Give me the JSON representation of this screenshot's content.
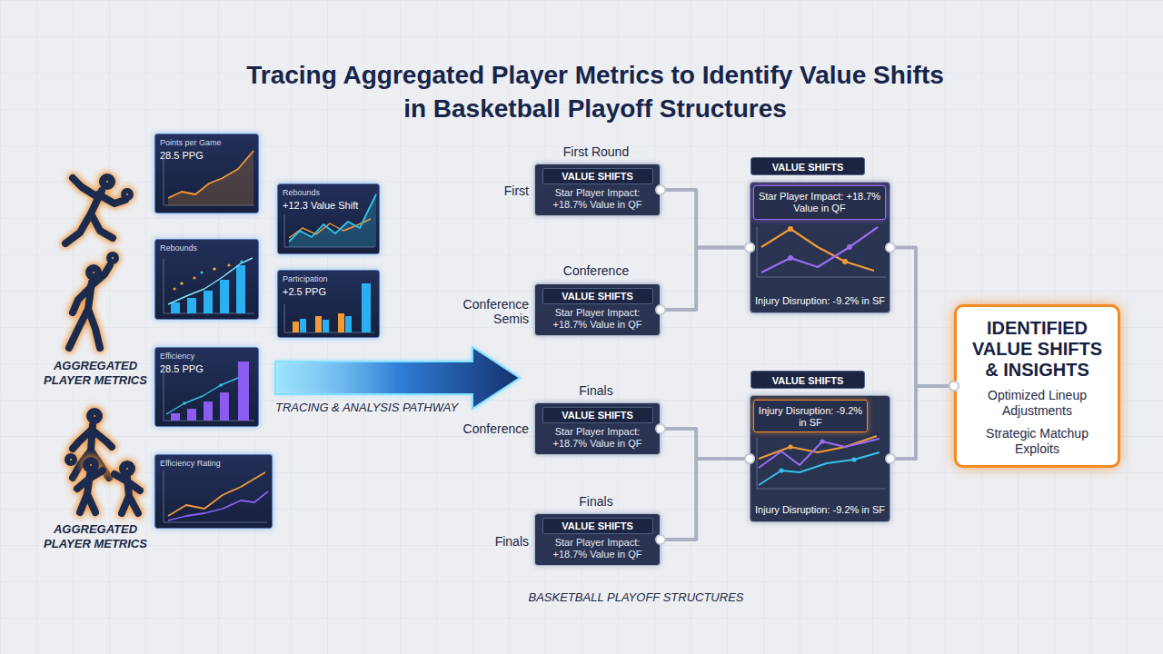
{
  "diagram": {
    "title": "Tracing Aggregated Player Metrics to Identify Value Shifts in Basketball Playoff Structures",
    "caption": "BASKETBALL PLAYOFF STRUCTURES",
    "nodes": [
      {
        "text": [
          "Points per Game",
          "28.5 PPG"
        ]
      },
      {
        "text": [
          "Rebounds",
          "+12.3 Value Shift"
        ]
      },
      {
        "text": [
          "Rebounds"
        ]
      },
      {
        "text": [
          "Participation",
          "+2.5 PPG"
        ]
      },
      {
        "text": [
          "Efficiency",
          "28.5 PPG"
        ]
      },
      {
        "text": [
          "Efficiency Rating"
        ]
      },
      {
        "text": [
          "VALUE SHIFTS",
          "Star Player Impact: +18.7% Value in QF"
        ]
      },
      {
        "text": [
          "VALUE SHIFTS",
          "Star Player Impact: +18.7% Value in QF"
        ]
      },
      {
        "text": [
          "VALUE SHIFTS",
          "Star Player Impact: +18.7% Value in QF"
        ]
      },
      {
        "text": [
          "VALUE SHIFTS",
          "Star Player Impact: +18.7% Value in QF"
        ]
      },
      {
        "text": [
          "VALUE SHIFTS",
          "Injury Disruption: -9.2% in SF"
        ]
      },
      {
        "text": [
          "Star Player Impact: +18.7% Value in QF"
        ],
        "in": 10
      },
      {
        "text": [
          "VALUE SHIFTS",
          "Injury Disruption: -9.2% in SF"
        ]
      },
      {
        "text": [
          "Injury Disruption: -9.2% in SF"
        ],
        "in": 12
      },
      {
        "text": [
          "IDENTIFIED VALUE SHIFTS & INSIGHTS",
          "Optimized Lineup Adjustments",
          "Strategic Matchup Exploits"
        ]
      }
    ],
    "edges": [
      {
        "from": 6,
        "to": 10,
        "arrow": "none"
      },
      {
        "from": 7,
        "to": 10,
        "arrow": "none"
      },
      {
        "from": 8,
        "to": 12,
        "arrow": "none"
      },
      {
        "from": 9,
        "to": 12,
        "arrow": "none"
      },
      {
        "from": 10,
        "to": 14,
        "arrow": "none"
      },
      {
        "from": 12,
        "to": 14,
        "arrow": "none"
      }
    ],
    "labels": [
      "AGGREGATED PLAYER METRICS",
      "AGGREGATED PLAYER METRICS",
      "TRACING & ANALYSIS PATHWAY",
      "First Round",
      "First",
      "Conference",
      "Conference Semis",
      "Finals",
      "Conference",
      "Finals",
      "Finals"
    ]
  }
}
